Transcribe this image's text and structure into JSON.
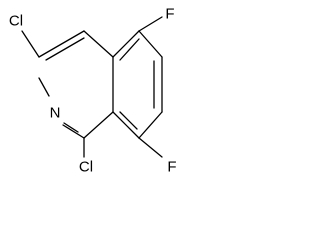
{
  "molecule": {
    "atoms": {
      "cl_top": "Cl",
      "cl_bottom": "Cl",
      "n": "N",
      "f_top": "F",
      "f_bottom": "F"
    }
  }
}
